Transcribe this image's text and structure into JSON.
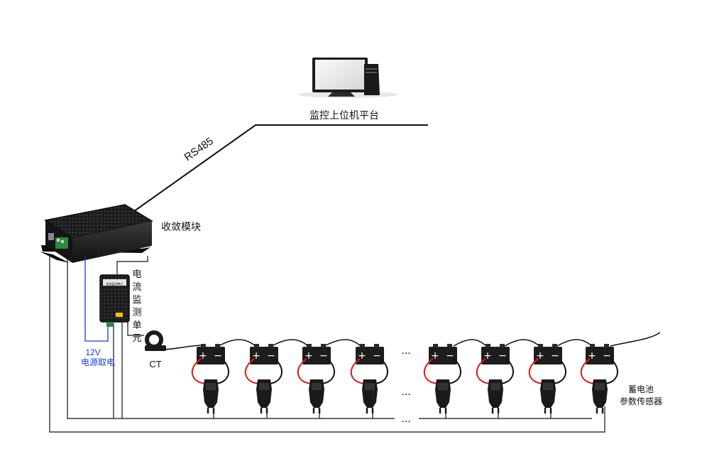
{
  "labels": {
    "platform": "监控上位机平台",
    "rs485": "RS485",
    "module": "收敛模块",
    "current_unit": [
      "电",
      "流",
      "监",
      "测",
      "单",
      "元"
    ],
    "ct": "CT",
    "power_voltage": "12V",
    "power_source": "电源取电",
    "sensor_title": "蓄电池",
    "sensor_subtitle": "参数传感器",
    "ellipsis": "...",
    "unit_plate": "电流监测单元"
  },
  "battery": {
    "plus": "+",
    "minus": "−"
  }
}
